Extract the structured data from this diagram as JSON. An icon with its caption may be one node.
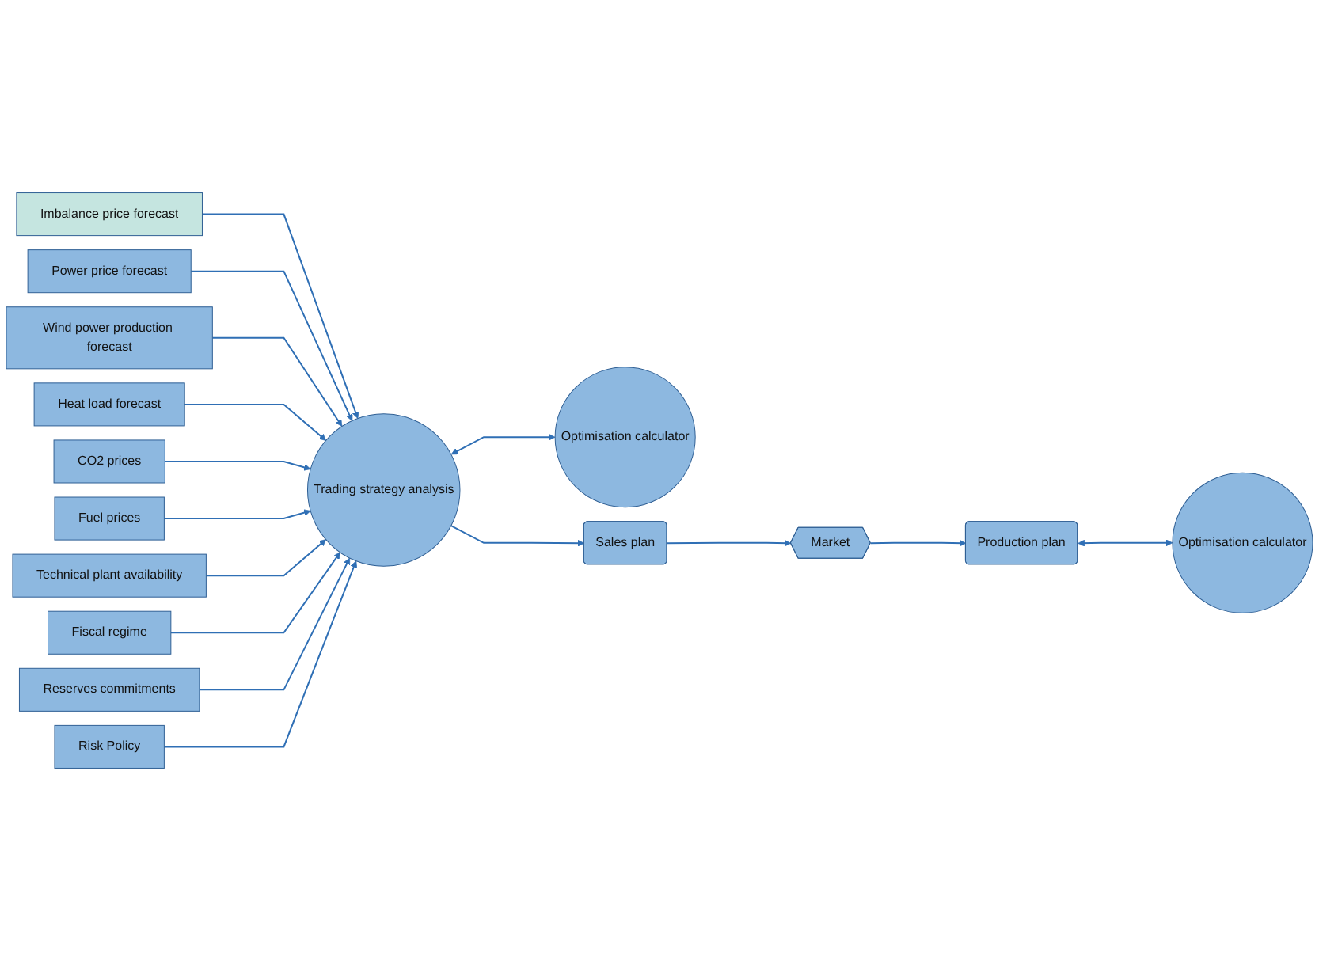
{
  "diagram": {
    "nodes": [
      {
        "text": [
          "Imbalance price forecast"
        ]
      },
      {
        "text": [
          "Power price forecast"
        ]
      },
      {
        "text": [
          "Wind power production forecast"
        ]
      },
      {
        "text": [
          "Heat load forecast"
        ]
      },
      {
        "text": [
          "CO2 prices"
        ]
      },
      {
        "text": [
          "Fuel prices"
        ]
      },
      {
        "text": [
          "Technical plant availability"
        ]
      },
      {
        "text": [
          "Fiscal regime"
        ]
      },
      {
        "text": [
          "Reserves commitments"
        ]
      },
      {
        "text": [
          "Risk Policy"
        ]
      },
      {
        "text": [
          "Trading strategy analysis"
        ]
      },
      {
        "text": [
          "Optimisation calculator"
        ]
      },
      {
        "text": [
          "Sales plan"
        ]
      },
      {
        "text": [
          "Market"
        ]
      },
      {
        "text": [
          "Production plan"
        ]
      },
      {
        "text": [
          "Optimisation calculator"
        ]
      }
    ],
    "edges": [
      {
        "from": 0,
        "to": 10,
        "arrow": "to"
      },
      {
        "from": 1,
        "to": 10,
        "arrow": "to"
      },
      {
        "from": 2,
        "to": 10,
        "arrow": "to"
      },
      {
        "from": 3,
        "to": 10,
        "arrow": "to"
      },
      {
        "from": 4,
        "to": 10,
        "arrow": "to"
      },
      {
        "from": 5,
        "to": 10,
        "arrow": "to"
      },
      {
        "from": 6,
        "to": 10,
        "arrow": "to"
      },
      {
        "from": 7,
        "to": 10,
        "arrow": "to"
      },
      {
        "from": 8,
        "to": 10,
        "arrow": "to"
      },
      {
        "from": 9,
        "to": 10,
        "arrow": "to"
      },
      {
        "from": 10,
        "to": 11,
        "arrow": "both"
      },
      {
        "from": 10,
        "to": 12,
        "arrow": "to"
      },
      {
        "from": 12,
        "to": 13,
        "arrow": "to"
      },
      {
        "from": 13,
        "to": 14,
        "arrow": "to"
      },
      {
        "from": 14,
        "to": 15,
        "arrow": "both"
      }
    ]
  }
}
